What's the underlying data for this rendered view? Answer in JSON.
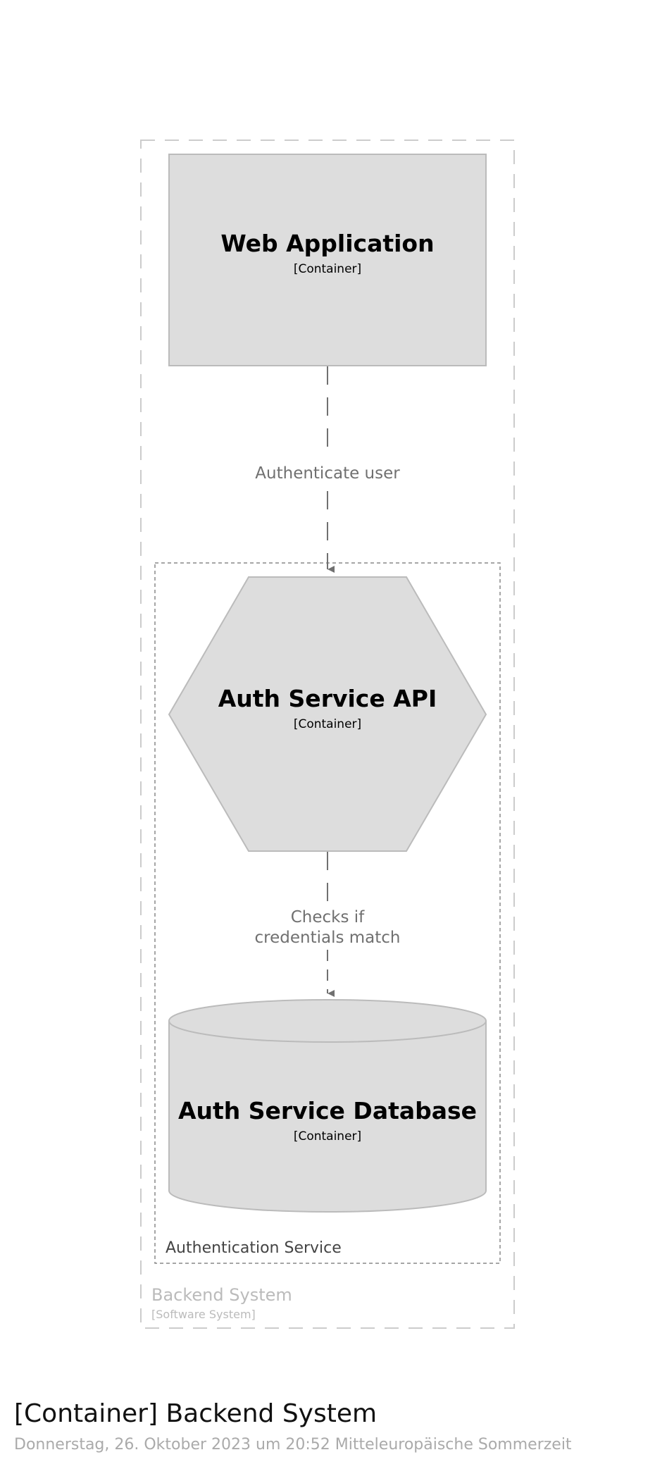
{
  "diagram": {
    "backend_boundary": {
      "name": "Backend System",
      "type": "[Software System]"
    },
    "auth_boundary": {
      "name": "Authentication Service"
    },
    "web_app": {
      "name": "Web Application",
      "type": "[Container]"
    },
    "auth_api": {
      "name": "Auth Service API",
      "type": "[Container]"
    },
    "auth_db": {
      "name": "Auth Service Database",
      "type": "[Container]"
    },
    "relationships": [
      {
        "label_lines": [
          "Authenticate user"
        ]
      },
      {
        "label_lines": [
          "Checks if",
          "credentials match"
        ]
      }
    ],
    "colors": {
      "element_fill": "#dddddd",
      "element_stroke": "#bbbbbb",
      "edge": "#707070",
      "edge_label": "#707070",
      "boundary_outer": "#cccccc",
      "boundary_inner": "#888888"
    }
  },
  "footer": {
    "title": "[Container] Backend System",
    "date": "Donnerstag, 26. Oktober 2023 um 20:52 Mitteleuropäische Sommerzeit"
  }
}
